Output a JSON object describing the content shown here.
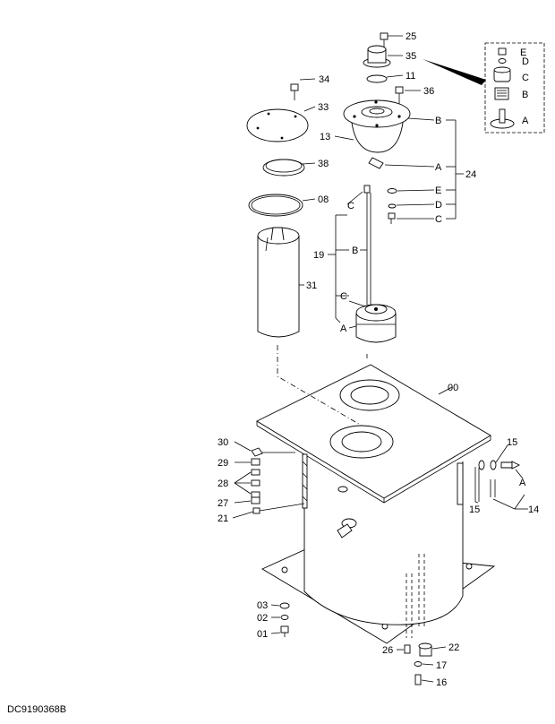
{
  "diagram": {
    "doc_code": "DC9190368B",
    "labels": {
      "n25": "25",
      "n35": "35",
      "n11": "11",
      "n36": "36",
      "n34": "34",
      "n33": "33",
      "nB_top": "B",
      "n13": "13",
      "nA_mid": "A",
      "n24": "24",
      "n38": "38",
      "nE": "E",
      "nD": "D",
      "nC": "C",
      "n08": "08",
      "nC_rod": "C",
      "nB_rod": "B",
      "n19": "19",
      "n31": "31",
      "nC_bot": "C",
      "nA_bot": "A",
      "n00": "00",
      "n30": "30",
      "n29": "29",
      "n28": "28",
      "n27": "27",
      "n21": "21",
      "n15a": "15",
      "n15b": "15",
      "nA_right": "A",
      "n14": "14",
      "n03": "03",
      "n02": "02",
      "n01": "01",
      "n26": "26",
      "n22": "22",
      "n17": "17",
      "n16": "16"
    },
    "inset": {
      "E": "E",
      "D": "D",
      "C": "C",
      "B": "B",
      "A": "A"
    }
  }
}
